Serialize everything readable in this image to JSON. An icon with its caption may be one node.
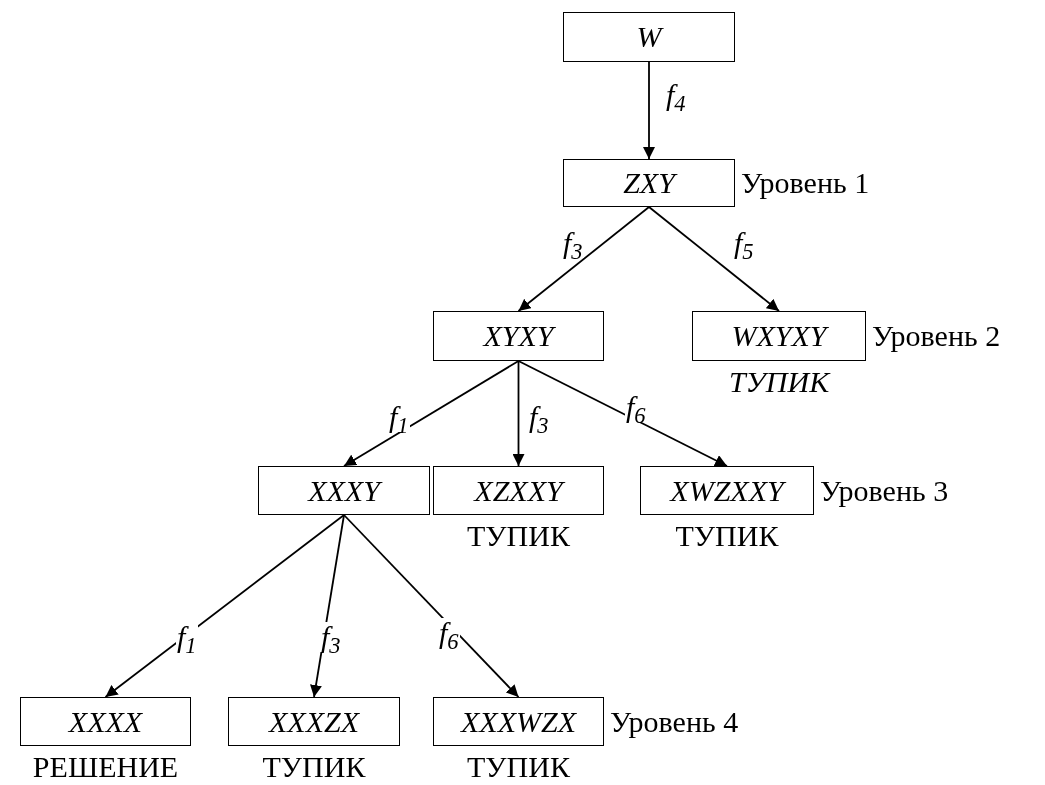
{
  "diagram": {
    "nodes": [
      {
        "text": [
          "W"
        ]
      },
      {
        "text": [
          "ZXY"
        ],
        "beside": [
          "Уровень 1"
        ]
      },
      {
        "text": [
          "XYXY"
        ]
      },
      {
        "text": [
          "WXYXY"
        ],
        "beside": [
          "Уровень 2",
          "ТУПИК"
        ]
      },
      {
        "text": [
          "XXXY"
        ]
      },
      {
        "text": [
          "XZXXY"
        ],
        "beside": [
          "ТУПИК"
        ]
      },
      {
        "text": [
          "XWZXXY"
        ],
        "beside": [
          "Уровень 3",
          "ТУПИК"
        ]
      },
      {
        "text": [
          "XXXX"
        ],
        "beside": [
          "РЕШЕНИЕ"
        ]
      },
      {
        "text": [
          "XXXZX"
        ],
        "beside": [
          "ТУПИК"
        ]
      },
      {
        "text": [
          "XXXWZX"
        ],
        "beside": [
          "Уровень 4",
          "ТУПИК"
        ]
      }
    ],
    "edges": [
      {
        "from": 0,
        "to": 1,
        "arrow": "to",
        "label": "f$_{4}$"
      },
      {
        "from": 1,
        "to": 2,
        "arrow": "to",
        "label": "f$_{3}$"
      },
      {
        "from": 1,
        "to": 3,
        "arrow": "to",
        "label": "f$_{5}$"
      },
      {
        "from": 2,
        "to": 4,
        "arrow": "to",
        "label": "f$_{1}$"
      },
      {
        "from": 2,
        "to": 5,
        "arrow": "to",
        "label": "f$_{3}$"
      },
      {
        "from": 2,
        "to": 6,
        "arrow": "to",
        "label": "f$_{6}$"
      },
      {
        "from": 4,
        "to": 7,
        "arrow": "to",
        "label": "f$_{1}$"
      },
      {
        "from": 4,
        "to": 8,
        "arrow": "to",
        "label": "f$_{3}$"
      },
      {
        "from": 4,
        "to": 9,
        "arrow": "to",
        "label": "f$_{6}$"
      }
    ]
  }
}
